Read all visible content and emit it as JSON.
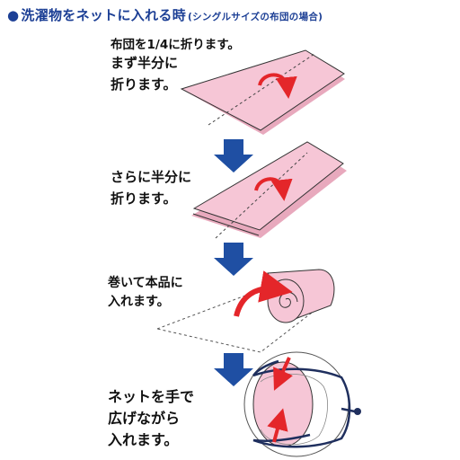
{
  "heading": {
    "bullet": "●",
    "title": "洗濯物をネットに入れる時",
    "note": "(シングルサイズの布団の場合)"
  },
  "intro": "布団を1/4に折ります。",
  "steps": [
    {
      "line1": "まず半分に",
      "line2": "折ります。"
    },
    {
      "line1": "さらに半分に",
      "line2": "折ります。"
    },
    {
      "line1": "巻いて本品に",
      "line2": "入れます。"
    },
    {
      "line1": "ネットを手で",
      "line2": "広げながら",
      "line3": "入れます。"
    }
  ],
  "colors": {
    "heading": "#1c3f95",
    "futon_pink": "#f6c6d6",
    "futon_edge": "#e8a9bd",
    "arrow_blue": "#1f4fa3",
    "rotate_arrow_red": "#e4262a",
    "net_navy": "#1f2f5e"
  },
  "icons": {
    "down_arrow": "down-arrow-icon",
    "rotate_arrow": "curved-arrow-icon",
    "roll_arrow": "curved-arrow-icon",
    "net_bag": "laundry-net-icon"
  }
}
